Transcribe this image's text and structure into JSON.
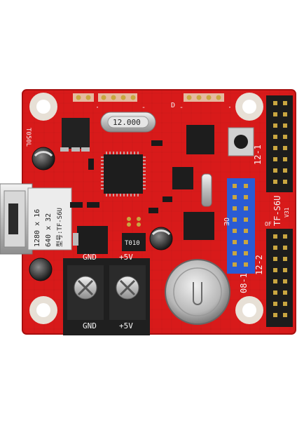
{
  "board": {
    "model": "TF-S6U",
    "version": "V31",
    "res_line1": "1280 x 16",
    "res_line2": "640 x 32",
    "model_tag": "型号:TF-S6U"
  },
  "crystal": {
    "label": "12.000"
  },
  "chips": {
    "regulator": "T050L",
    "regulator2": "T010"
  },
  "connectors": {
    "hub_top": "12-1",
    "hub_bottom": "12-2",
    "hub_08": "08-1",
    "oe_label": "OE",
    "of_label": "OF"
  },
  "terminal": {
    "gnd_top": "GND",
    "plus5_top": "+5V",
    "gnd_bottom": "GND",
    "plus5_bottom": "+5V"
  },
  "header_marks": {
    "d_label": "D",
    "marks": [
      "·",
      "-",
      "-",
      "·"
    ]
  },
  "colors": {
    "pcb": "#d81a1a",
    "pcb_dark": "#a81010",
    "pin_header": "#1c1c1c",
    "blue_header": "#2a5bd4",
    "gold": "#c9a640",
    "silver": "#cfcfcf"
  }
}
